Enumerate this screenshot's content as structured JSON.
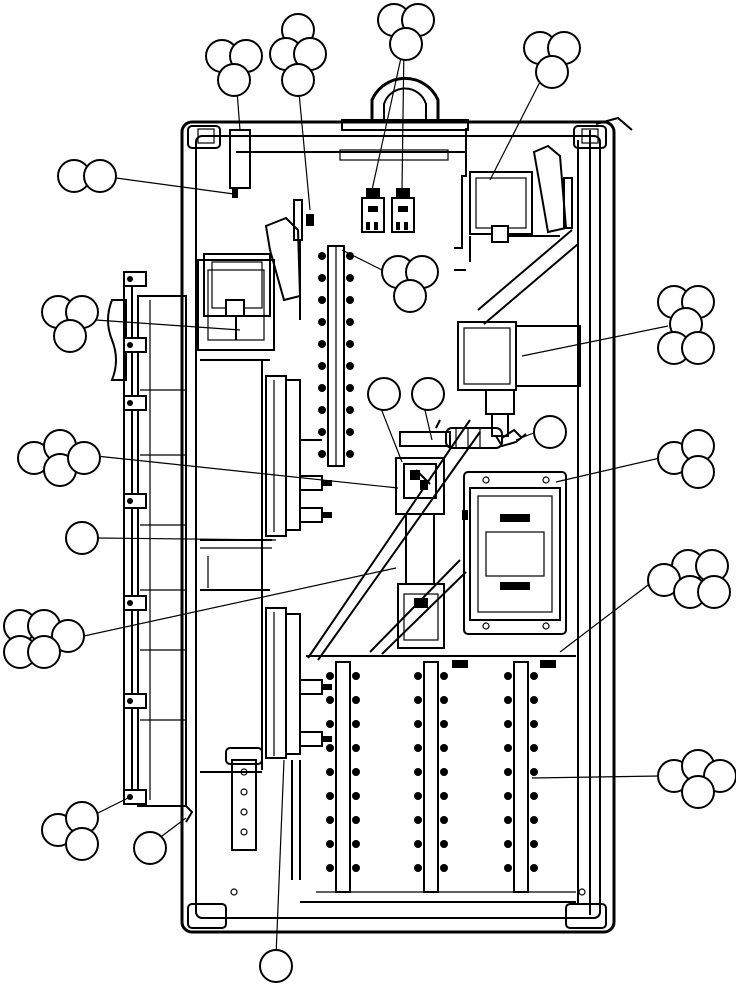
{
  "diagram": {
    "kind": "exploded-panel-callout-drawing",
    "line_color": "#000000",
    "background": "#ffffff",
    "callout_bubbles_printed_text": "",
    "terminal_strips": 4,
    "relays": 2
  }
}
